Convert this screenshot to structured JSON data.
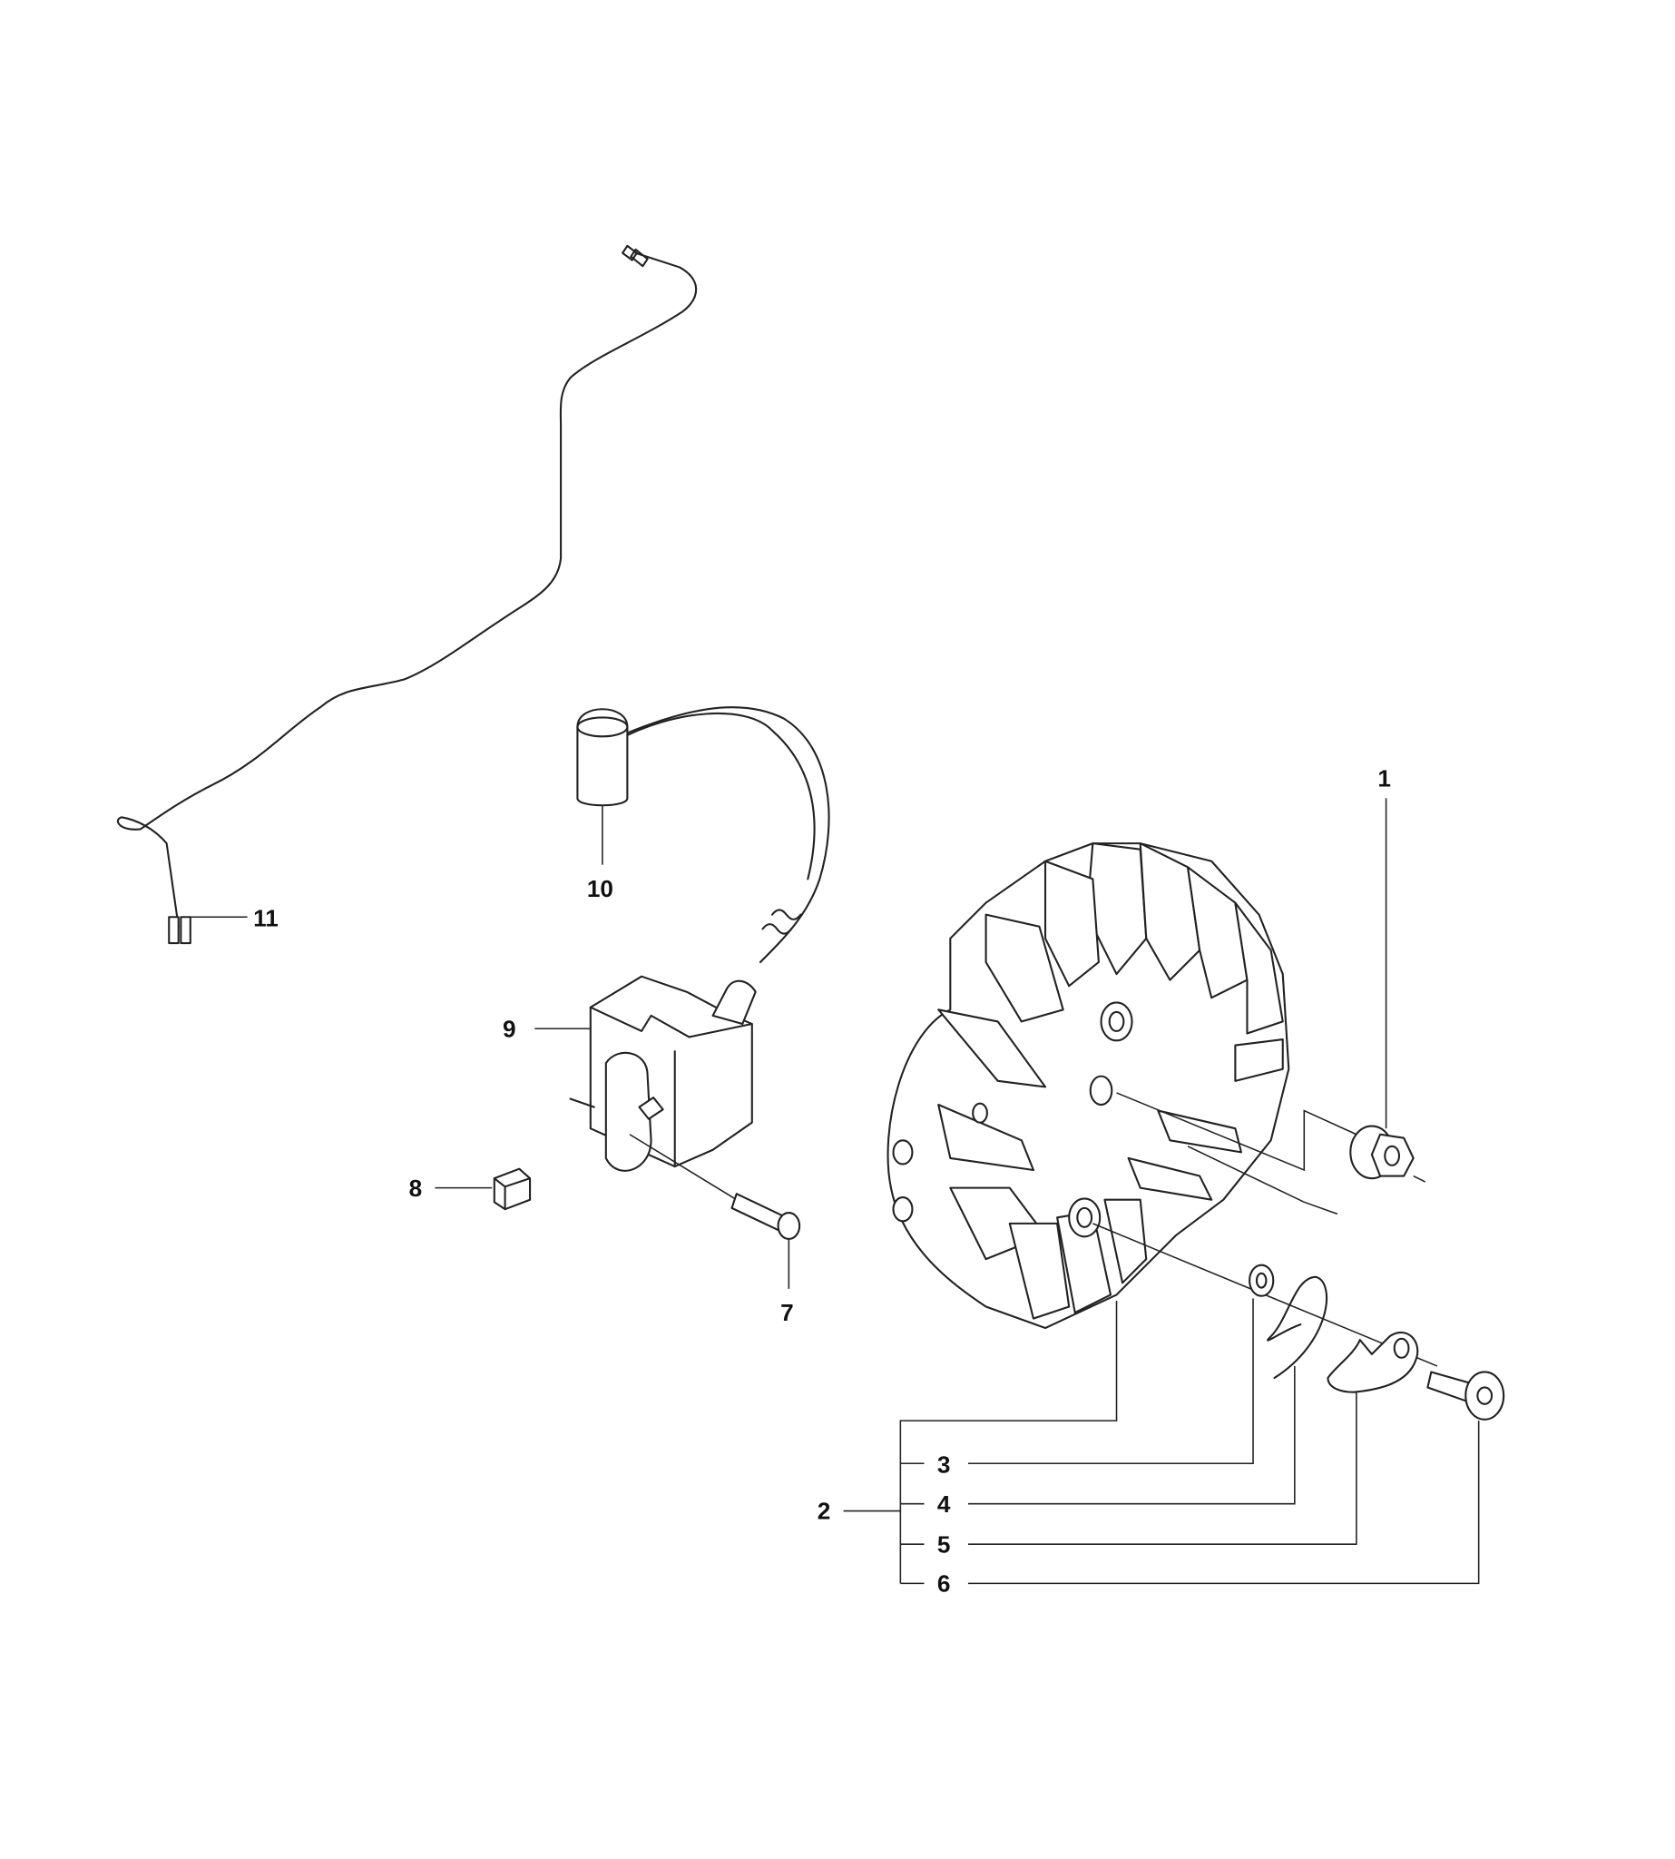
{
  "diagram": {
    "labels": {
      "p1": "1",
      "p2": "2",
      "p3": "3",
      "p4": "4",
      "p5": "5",
      "p6": "6",
      "p7": "7",
      "p8": "8",
      "p9": "9",
      "p10": "10",
      "p11": "11"
    }
  }
}
